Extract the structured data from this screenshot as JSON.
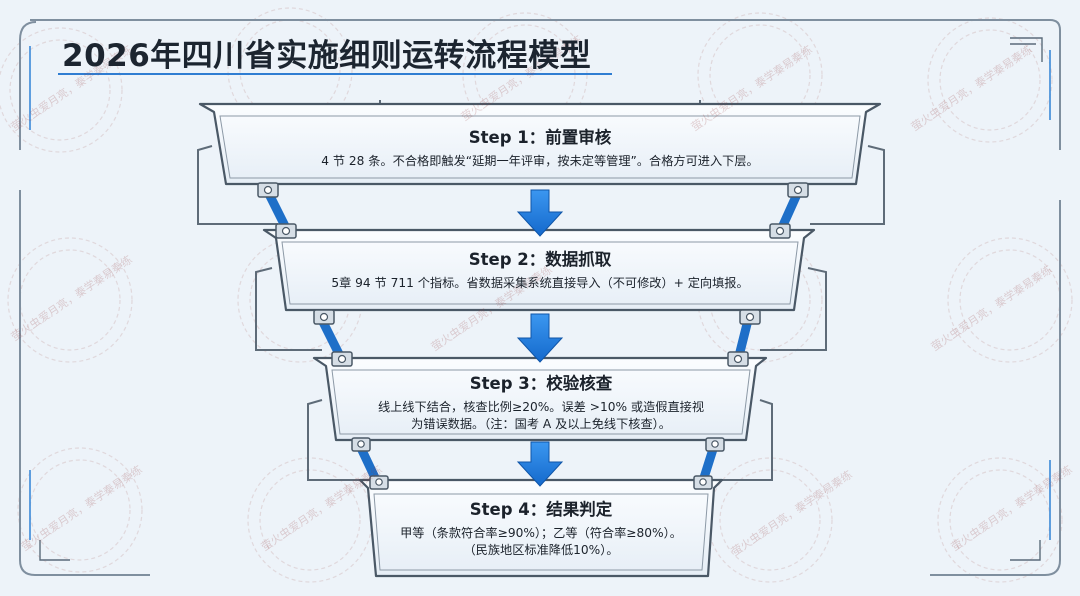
{
  "title": "2026年四川省实施细则运转流程模型",
  "steps": [
    {
      "title": "Step 1：前置审核",
      "desc": [
        "4 节 28 条。不合格即触发“延期一年评审，按未定等管理”。合格方可进入下层。"
      ]
    },
    {
      "title": "Step 2：数据抓取",
      "desc": [
        "5章 94 节 711 个指标。省数据采集系统直接导入（不可修改）+ 定向填报。"
      ]
    },
    {
      "title": "Step 3：校验核查",
      "desc": [
        "线上线下结合，核查比例≥20%。误差 >10% 或造假直接视",
        "为错误数据。（注：国考 A 及以上免线下核查）。"
      ]
    },
    {
      "title": "Step 4：结果判定",
      "desc": [
        "甲等（条款符合率≥90%）；乙等（符合率≥80%）。",
        "（民族地区标准降低10%）。"
      ]
    }
  ],
  "watermark": "萤火虫爱月亮，秦学秦易秦练",
  "colors": {
    "arrow": "#1f7de0",
    "panel_border": "#4a5866",
    "title_text": "#1c2530"
  }
}
